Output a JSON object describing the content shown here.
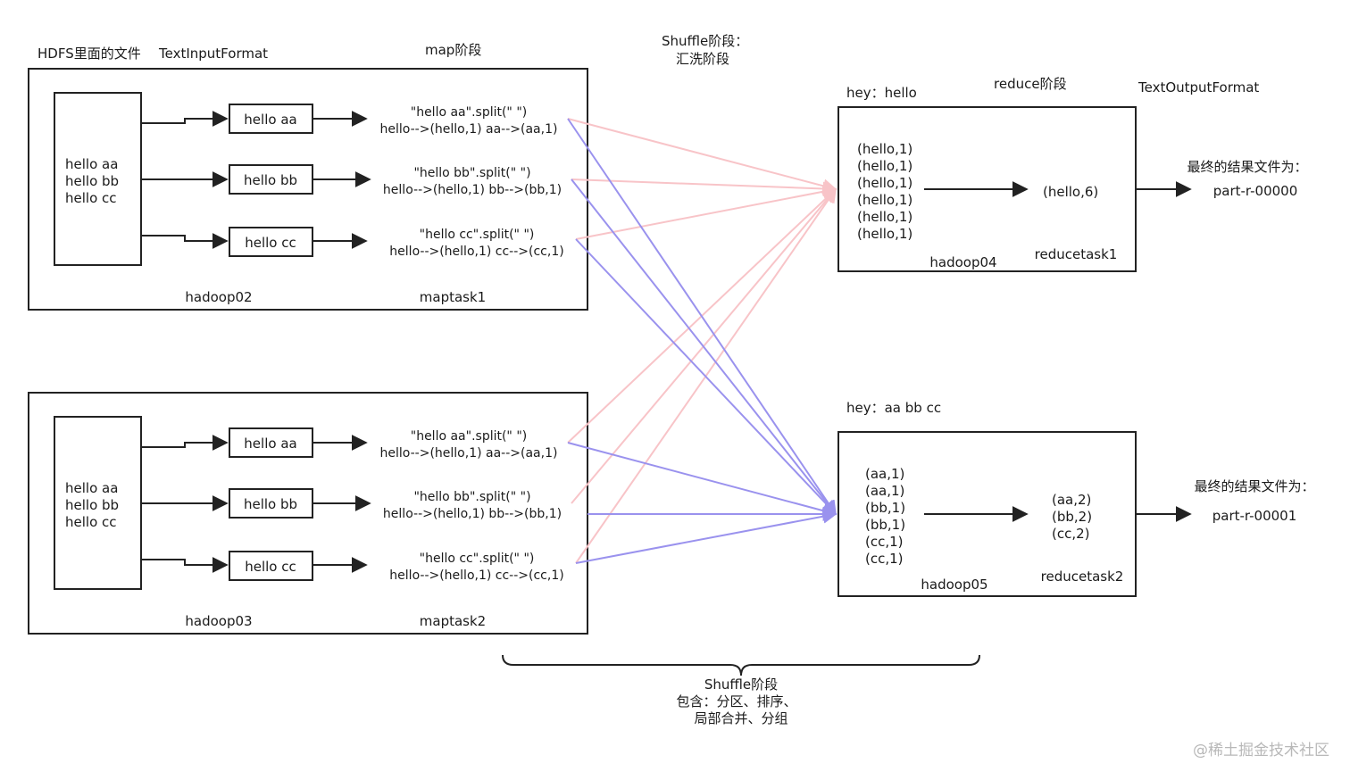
{
  "headers": {
    "hdfs": "HDFS里面的文件",
    "input_format": "TextInputFormat",
    "map_stage": "map阶段",
    "shuffle_line1": "Shuffle阶段：",
    "shuffle_line2": "汇洗阶段",
    "reduce_stage": "reduce阶段",
    "output_format": "TextOutputFormat"
  },
  "maptasks": [
    {
      "file_lines": [
        "hello aa",
        "hello bb",
        "hello cc"
      ],
      "records": [
        "hello aa",
        "hello bb",
        "hello cc"
      ],
      "splits": [
        {
          "code": "\"hello aa\".split(\" \")",
          "result": "hello-->(hello,1)  aa-->(aa,1)"
        },
        {
          "code": "\"hello bb\".split(\" \")",
          "result": "hello-->(hello,1)  bb-->(bb,1)"
        },
        {
          "code": "\"hello cc\".split(\" \")",
          "result": "hello-->(hello,1)  cc-->(cc,1)"
        }
      ],
      "host": "hadoop02",
      "name": "maptask1"
    },
    {
      "file_lines": [
        "hello aa",
        "hello bb",
        "hello cc"
      ],
      "records": [
        "hello aa",
        "hello bb",
        "hello cc"
      ],
      "splits": [
        {
          "code": "\"hello aa\".split(\" \")",
          "result": "hello-->(hello,1)  aa-->(aa,1)"
        },
        {
          "code": "\"hello bb\".split(\" \")",
          "result": "hello-->(hello,1)  bb-->(bb,1)"
        },
        {
          "code": "\"hello cc\".split(\" \")",
          "result": "hello-->(hello,1)  cc-->(cc,1)"
        }
      ],
      "host": "hadoop03",
      "name": "maptask2"
    }
  ],
  "reducetasks": [
    {
      "key_label": "hey：hello",
      "inputs": [
        "(hello,1)",
        "(hello,1)",
        "(hello,1)",
        "(hello,1)",
        "(hello,1)",
        "(hello,1)"
      ],
      "outputs": [
        "(hello,6)"
      ],
      "host": "hadoop04",
      "name": "reducetask1",
      "result_label": "最终的结果文件为：",
      "result_file": "part-r-00000"
    },
    {
      "key_label": "hey：aa bb cc",
      "inputs": [
        "(aa,1)",
        "(aa,1)",
        "(bb,1)",
        "(bb,1)",
        "(cc,1)",
        "(cc,1)"
      ],
      "outputs": [
        "(aa,2)",
        "(bb,2)",
        "(cc,2)"
      ],
      "host": "hadoop05",
      "name": "reducetask2",
      "result_label": "最终的结果文件为：",
      "result_file": "part-r-00001"
    }
  ],
  "shuffle_note": {
    "line1": "Shuffle阶段",
    "line2": "包含：分区、排序、",
    "line3": "局部合并、分组"
  },
  "watermark": "@稀土掘金技术社区",
  "colors": {
    "to_reducer1": "#f8c4c8",
    "to_reducer2": "#9a92ee"
  }
}
